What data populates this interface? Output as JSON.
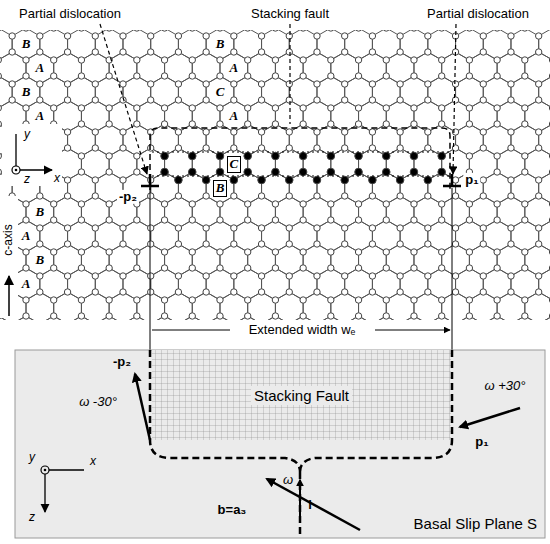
{
  "diagram": {
    "nodes": [
      {
        "text": [
          "Basal Slip Plane S"
        ]
      },
      {
        "text": [
          "Stacking Fault"
        ],
        "in": 0
      },
      {
        "text": [
          "C"
        ]
      },
      {
        "text": [
          "B"
        ]
      }
    ],
    "labels": [
      "Partial dislocation",
      "Stacking fault",
      "Partial dislocation",
      "B",
      "A",
      "B",
      "A",
      "B",
      "A",
      "B",
      "A",
      "B",
      "A",
      "C",
      "A",
      "x",
      "y",
      "z",
      "c-axis",
      "-p₂",
      "p₁",
      "Extended width wₑ",
      "-p₂",
      "ω -30°",
      "ω +30°",
      "p₁",
      "b=a₃",
      "ω",
      "l",
      "y",
      "x",
      "z"
    ]
  }
}
